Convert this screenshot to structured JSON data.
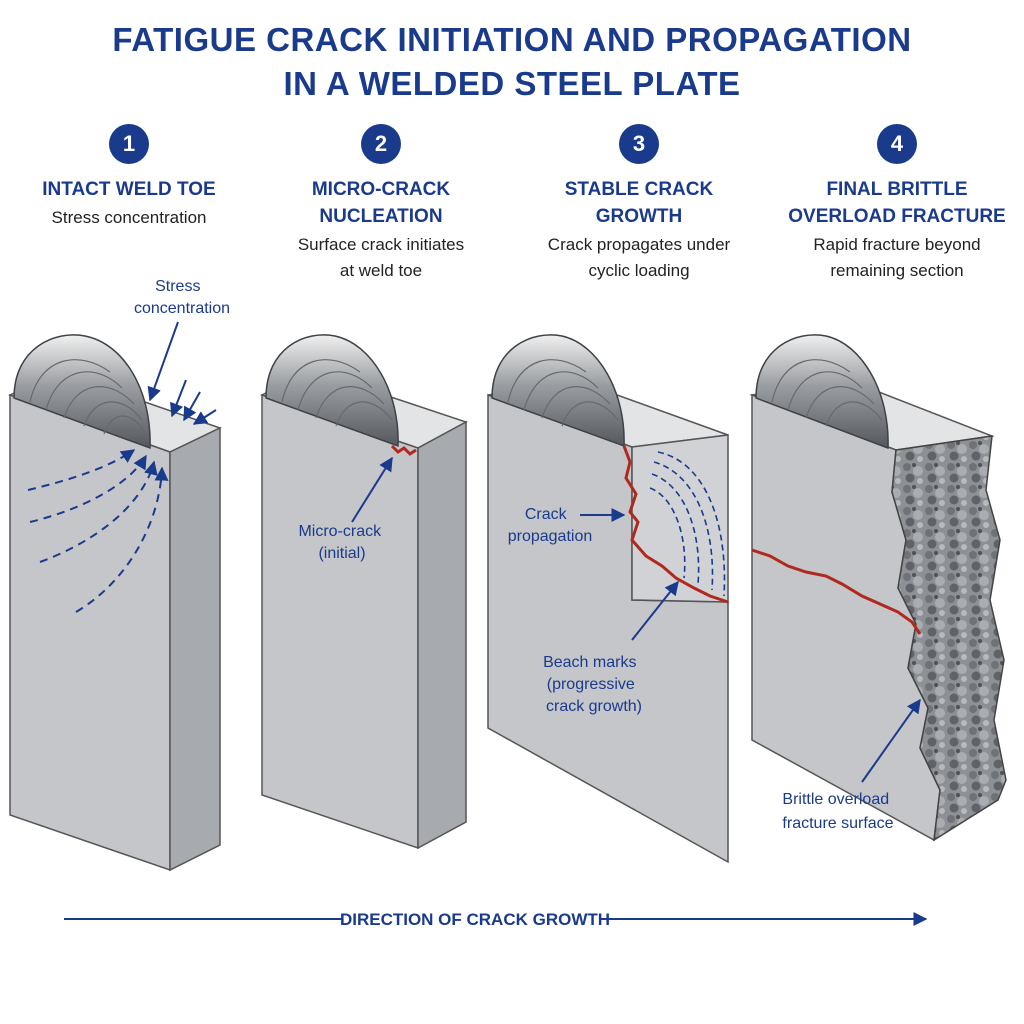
{
  "title": {
    "line1": "FATIGUE CRACK INITIATION AND PROPAGATION",
    "line2": "IN A WELDED STEEL PLATE"
  },
  "stages": [
    {
      "number": "1",
      "title_lines": [
        "INTACT WELD TOE"
      ],
      "subtitle_lines": [
        "Stress concentration"
      ]
    },
    {
      "number": "2",
      "title_lines": [
        "MICRO-CRACK",
        "NUCLEATION"
      ],
      "subtitle_lines": [
        "Surface crack initiates",
        "at weld toe"
      ]
    },
    {
      "number": "3",
      "title_lines": [
        "STABLE CRACK",
        "GROWTH"
      ],
      "subtitle_lines": [
        "Crack propagates under",
        "cyclic loading"
      ]
    },
    {
      "number": "4",
      "title_lines": [
        "FINAL BRITTLE",
        "OVERLOAD FRACTURE"
      ],
      "subtitle_lines": [
        "Rapid fracture beyond",
        "remaining section"
      ]
    }
  ],
  "annotations": {
    "stress_concentration": [
      "Stress",
      "concentration"
    ],
    "micro_crack": [
      "Micro-crack",
      "(initial)"
    ],
    "crack_propagation": [
      "Crack",
      "propagation"
    ],
    "beach_marks": [
      "Beach marks",
      "(progressive",
      "crack growth)"
    ],
    "brittle_surface": [
      "Brittle overload",
      "fracture surface"
    ]
  },
  "direction_label": "DIRECTION OF CRACK GROWTH",
  "colors": {
    "accent": "#1a3a8c",
    "crack": "#b0281e",
    "plate_front": "#c4c6c9",
    "plate_side": "#a7aaae",
    "plate_top": "#e3e4e6"
  }
}
